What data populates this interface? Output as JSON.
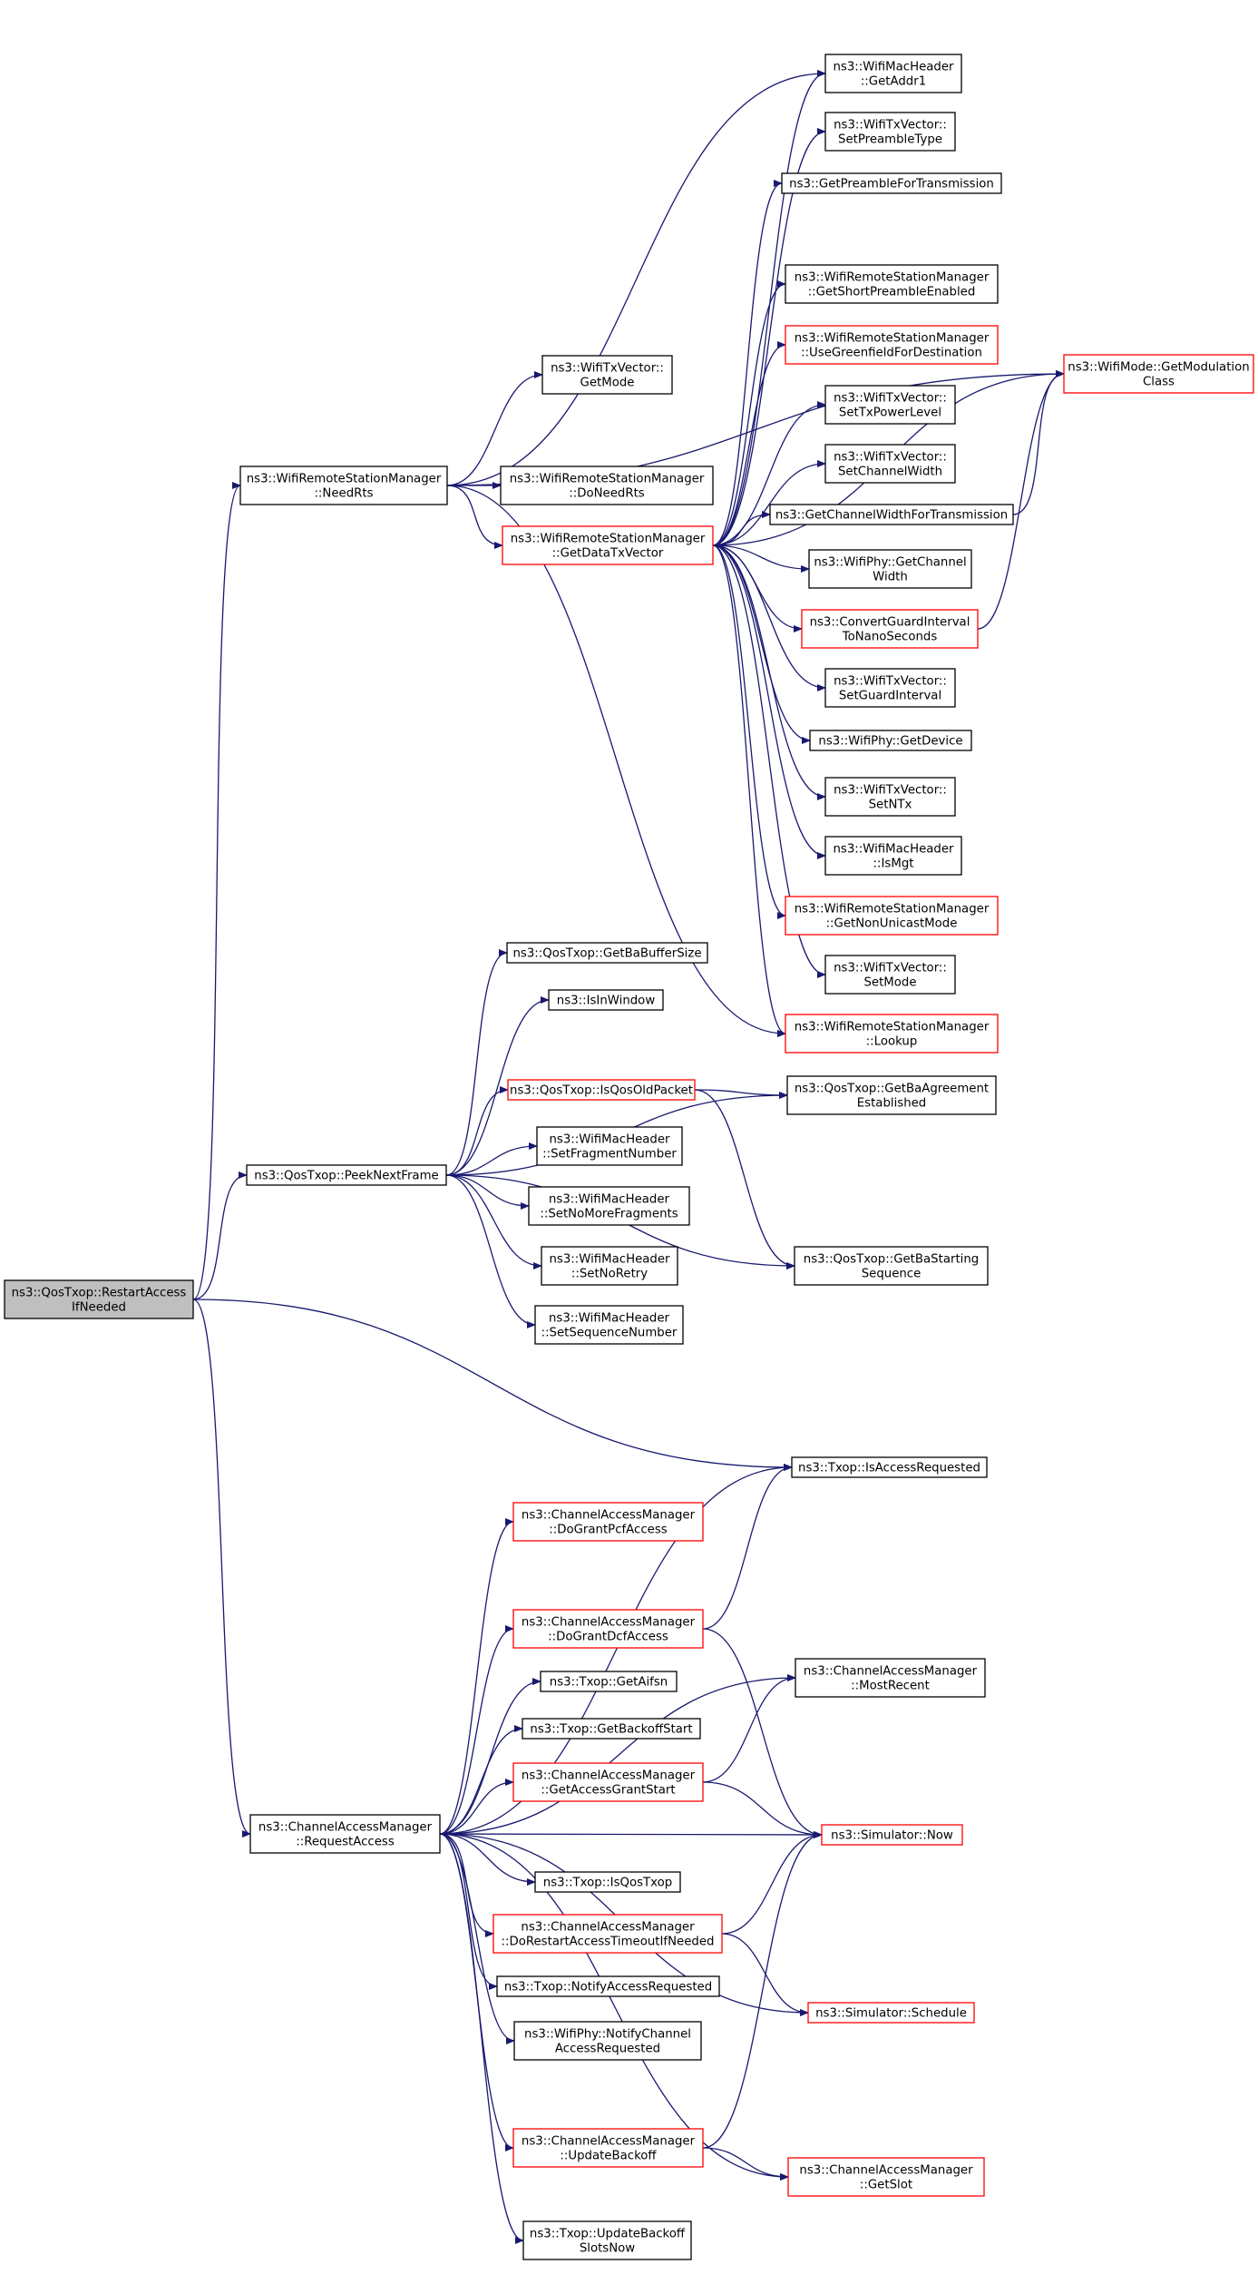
{
  "colors": {
    "edge": "#191970",
    "node_border_normal": "#000000",
    "node_border_incomplete": "#ff0000",
    "node_fill": "#ffffff",
    "root_fill": "#bfbfbf"
  },
  "nodes": {
    "restart": {
      "lines": [
        "ns3::QosTxop::RestartAccess",
        "IfNeeded"
      ],
      "kind": "root"
    },
    "needrts": {
      "lines": [
        "ns3::WifiRemoteStationManager",
        "::NeedRts"
      ],
      "kind": "normal"
    },
    "peek": {
      "lines": [
        "ns3::QosTxop::PeekNextFrame"
      ],
      "kind": "normal"
    },
    "reqacc": {
      "lines": [
        "ns3::ChannelAccessManager",
        "::RequestAccess"
      ],
      "kind": "normal"
    },
    "getmode": {
      "lines": [
        "ns3::WifiTxVector::",
        "GetMode"
      ],
      "kind": "normal"
    },
    "doneedrts": {
      "lines": [
        "ns3::WifiRemoteStationManager",
        "::DoNeedRts"
      ],
      "kind": "normal"
    },
    "getdatatx": {
      "lines": [
        "ns3::WifiRemoteStationManager",
        "::GetDataTxVector"
      ],
      "kind": "red"
    },
    "getaddr1": {
      "lines": [
        "ns3::WifiMacHeader",
        "::GetAddr1"
      ],
      "kind": "normal"
    },
    "setpreamble": {
      "lines": [
        "ns3::WifiTxVector::",
        "SetPreambleType"
      ],
      "kind": "normal"
    },
    "getpreamblefor": {
      "lines": [
        "ns3::GetPreambleForTransmission"
      ],
      "kind": "normal"
    },
    "getshortpre": {
      "lines": [
        "ns3::WifiRemoteStationManager",
        "::GetShortPreambleEnabled"
      ],
      "kind": "normal"
    },
    "usegreen": {
      "lines": [
        "ns3::WifiRemoteStationManager",
        "::UseGreenfieldForDestination"
      ],
      "kind": "red"
    },
    "settxpower": {
      "lines": [
        "ns3::WifiTxVector::",
        "SetTxPowerLevel"
      ],
      "kind": "normal"
    },
    "setchanwidth": {
      "lines": [
        "ns3::WifiTxVector::",
        "SetChannelWidth"
      ],
      "kind": "normal"
    },
    "getchanwidthfor": {
      "lines": [
        "ns3::GetChannelWidthForTransmission"
      ],
      "kind": "normal"
    },
    "phygetchan": {
      "lines": [
        "ns3::WifiPhy::GetChannel",
        "Width"
      ],
      "kind": "normal"
    },
    "convertgi": {
      "lines": [
        "ns3::ConvertGuardInterval",
        "ToNanoSeconds"
      ],
      "kind": "red"
    },
    "setgi": {
      "lines": [
        "ns3::WifiTxVector::",
        "SetGuardInterval"
      ],
      "kind": "normal"
    },
    "getdevice": {
      "lines": [
        "ns3::WifiPhy::GetDevice"
      ],
      "kind": "normal"
    },
    "setntx": {
      "lines": [
        "ns3::WifiTxVector::",
        "SetNTx"
      ],
      "kind": "normal"
    },
    "ismgt": {
      "lines": [
        "ns3::WifiMacHeader",
        "::IsMgt"
      ],
      "kind": "normal"
    },
    "getnonuni": {
      "lines": [
        "ns3::WifiRemoteStationManager",
        "::GetNonUnicastMode"
      ],
      "kind": "red"
    },
    "setmode": {
      "lines": [
        "ns3::WifiTxVector::",
        "SetMode"
      ],
      "kind": "normal"
    },
    "lookup": {
      "lines": [
        "ns3::WifiRemoteStationManager",
        "::Lookup"
      ],
      "kind": "red"
    },
    "getmodclass": {
      "lines": [
        "ns3::WifiMode::GetModulation",
        "Class"
      ],
      "kind": "red"
    },
    "getbabuf": {
      "lines": [
        "ns3::QosTxop::GetBaBufferSize"
      ],
      "kind": "normal"
    },
    "isinwindow": {
      "lines": [
        "ns3::IsInWindow"
      ],
      "kind": "normal"
    },
    "isqosold": {
      "lines": [
        "ns3::QosTxop::IsQosOldPacket"
      ],
      "kind": "red"
    },
    "getbaagree": {
      "lines": [
        "ns3::QosTxop::GetBaAgreement",
        "Established"
      ],
      "kind": "normal"
    },
    "setfrag": {
      "lines": [
        "ns3::WifiMacHeader",
        "::SetFragmentNumber"
      ],
      "kind": "normal"
    },
    "setnomore": {
      "lines": [
        "ns3::WifiMacHeader",
        "::SetNoMoreFragments"
      ],
      "kind": "normal"
    },
    "setnoretry": {
      "lines": [
        "ns3::WifiMacHeader",
        "::SetNoRetry"
      ],
      "kind": "normal"
    },
    "setseq": {
      "lines": [
        "ns3::WifiMacHeader",
        "::SetSequenceNumber"
      ],
      "kind": "normal"
    },
    "getbastart": {
      "lines": [
        "ns3::QosTxop::GetBaStarting",
        "Sequence"
      ],
      "kind": "normal"
    },
    "isaccreq": {
      "lines": [
        "ns3::Txop::IsAccessRequested"
      ],
      "kind": "normal"
    },
    "dogrpcf": {
      "lines": [
        "ns3::ChannelAccessManager",
        "::DoGrantPcfAccess"
      ],
      "kind": "red"
    },
    "dogrdcf": {
      "lines": [
        "ns3::ChannelAccessManager",
        "::DoGrantDcfAccess"
      ],
      "kind": "red"
    },
    "mostrecent": {
      "lines": [
        "ns3::ChannelAccessManager",
        "::MostRecent"
      ],
      "kind": "normal"
    },
    "getaifsn": {
      "lines": [
        "ns3::Txop::GetAifsn"
      ],
      "kind": "normal"
    },
    "getbackoffstart": {
      "lines": [
        "ns3::Txop::GetBackoffStart"
      ],
      "kind": "normal"
    },
    "getaccgrant": {
      "lines": [
        "ns3::ChannelAccessManager",
        "::GetAccessGrantStart"
      ],
      "kind": "red"
    },
    "simnow": {
      "lines": [
        "ns3::Simulator::Now"
      ],
      "kind": "red"
    },
    "isqostxop": {
      "lines": [
        "ns3::Txop::IsQosTxop"
      ],
      "kind": "normal"
    },
    "dorestart": {
      "lines": [
        "ns3::ChannelAccessManager",
        "::DoRestartAccessTimeoutIfNeeded"
      ],
      "kind": "red"
    },
    "notifyaccreq": {
      "lines": [
        "ns3::Txop::NotifyAccessRequested"
      ],
      "kind": "normal"
    },
    "phynotify": {
      "lines": [
        "ns3::WifiPhy::NotifyChannel",
        "AccessRequested"
      ],
      "kind": "normal"
    },
    "simschedule": {
      "lines": [
        "ns3::Simulator::Schedule"
      ],
      "kind": "red"
    },
    "updatebackoff": {
      "lines": [
        "ns3::ChannelAccessManager",
        "::UpdateBackoff"
      ],
      "kind": "red"
    },
    "getslot": {
      "lines": [
        "ns3::ChannelAccessManager",
        "::GetSlot"
      ],
      "kind": "red"
    },
    "txopupdate": {
      "lines": [
        "ns3::Txop::UpdateBackoff",
        "SlotsNow"
      ],
      "kind": "normal"
    }
  },
  "edges": [
    [
      "restart",
      "needrts"
    ],
    [
      "restart",
      "peek"
    ],
    [
      "restart",
      "isaccreq"
    ],
    [
      "restart",
      "reqacc"
    ],
    [
      "needrts",
      "getmode"
    ],
    [
      "needrts",
      "doneedrts"
    ],
    [
      "needrts",
      "getdatatx"
    ],
    [
      "needrts",
      "getmodclass"
    ],
    [
      "needrts",
      "getaddr1"
    ],
    [
      "needrts",
      "lookup"
    ],
    [
      "getdatatx",
      "getaddr1"
    ],
    [
      "getdatatx",
      "setpreamble"
    ],
    [
      "getdatatx",
      "getpreamblefor"
    ],
    [
      "getdatatx",
      "getshortpre"
    ],
    [
      "getdatatx",
      "usegreen"
    ],
    [
      "getdatatx",
      "settxpower"
    ],
    [
      "getdatatx",
      "setchanwidth"
    ],
    [
      "getdatatx",
      "getchanwidthfor"
    ],
    [
      "getdatatx",
      "phygetchan"
    ],
    [
      "getdatatx",
      "convertgi"
    ],
    [
      "getdatatx",
      "setgi"
    ],
    [
      "getdatatx",
      "getdevice"
    ],
    [
      "getdatatx",
      "setntx"
    ],
    [
      "getdatatx",
      "ismgt"
    ],
    [
      "getdatatx",
      "getnonuni"
    ],
    [
      "getdatatx",
      "setmode"
    ],
    [
      "getdatatx",
      "lookup"
    ],
    [
      "getdatatx",
      "getmodclass"
    ],
    [
      "getchanwidthfor",
      "getmodclass"
    ],
    [
      "convertgi",
      "getmodclass"
    ],
    [
      "peek",
      "getbabuf"
    ],
    [
      "peek",
      "isinwindow"
    ],
    [
      "peek",
      "getbaagree"
    ],
    [
      "peek",
      "isqosold"
    ],
    [
      "peek",
      "setfrag"
    ],
    [
      "peek",
      "setnomore"
    ],
    [
      "peek",
      "setnoretry"
    ],
    [
      "peek",
      "setseq"
    ],
    [
      "peek",
      "getbastart"
    ],
    [
      "isqosold",
      "getbaagree"
    ],
    [
      "isqosold",
      "getbastart"
    ],
    [
      "reqacc",
      "isaccreq"
    ],
    [
      "reqacc",
      "dogrpcf"
    ],
    [
      "reqacc",
      "mostrecent"
    ],
    [
      "reqacc",
      "dogrdcf"
    ],
    [
      "reqacc",
      "getaifsn"
    ],
    [
      "reqacc",
      "getbackoffstart"
    ],
    [
      "reqacc",
      "getaccgrant"
    ],
    [
      "reqacc",
      "simnow"
    ],
    [
      "reqacc",
      "isqostxop"
    ],
    [
      "reqacc",
      "dorestart"
    ],
    [
      "reqacc",
      "notifyaccreq"
    ],
    [
      "reqacc",
      "phynotify"
    ],
    [
      "reqacc",
      "simschedule"
    ],
    [
      "reqacc",
      "updatebackoff"
    ],
    [
      "reqacc",
      "getslot"
    ],
    [
      "reqacc",
      "txopupdate"
    ],
    [
      "dogrdcf",
      "isaccreq"
    ],
    [
      "dogrdcf",
      "simnow"
    ],
    [
      "getaccgrant",
      "mostrecent"
    ],
    [
      "getaccgrant",
      "simnow"
    ],
    [
      "dorestart",
      "simnow"
    ],
    [
      "dorestart",
      "simschedule"
    ],
    [
      "updatebackoff",
      "simnow"
    ],
    [
      "updatebackoff",
      "getslot"
    ]
  ]
}
